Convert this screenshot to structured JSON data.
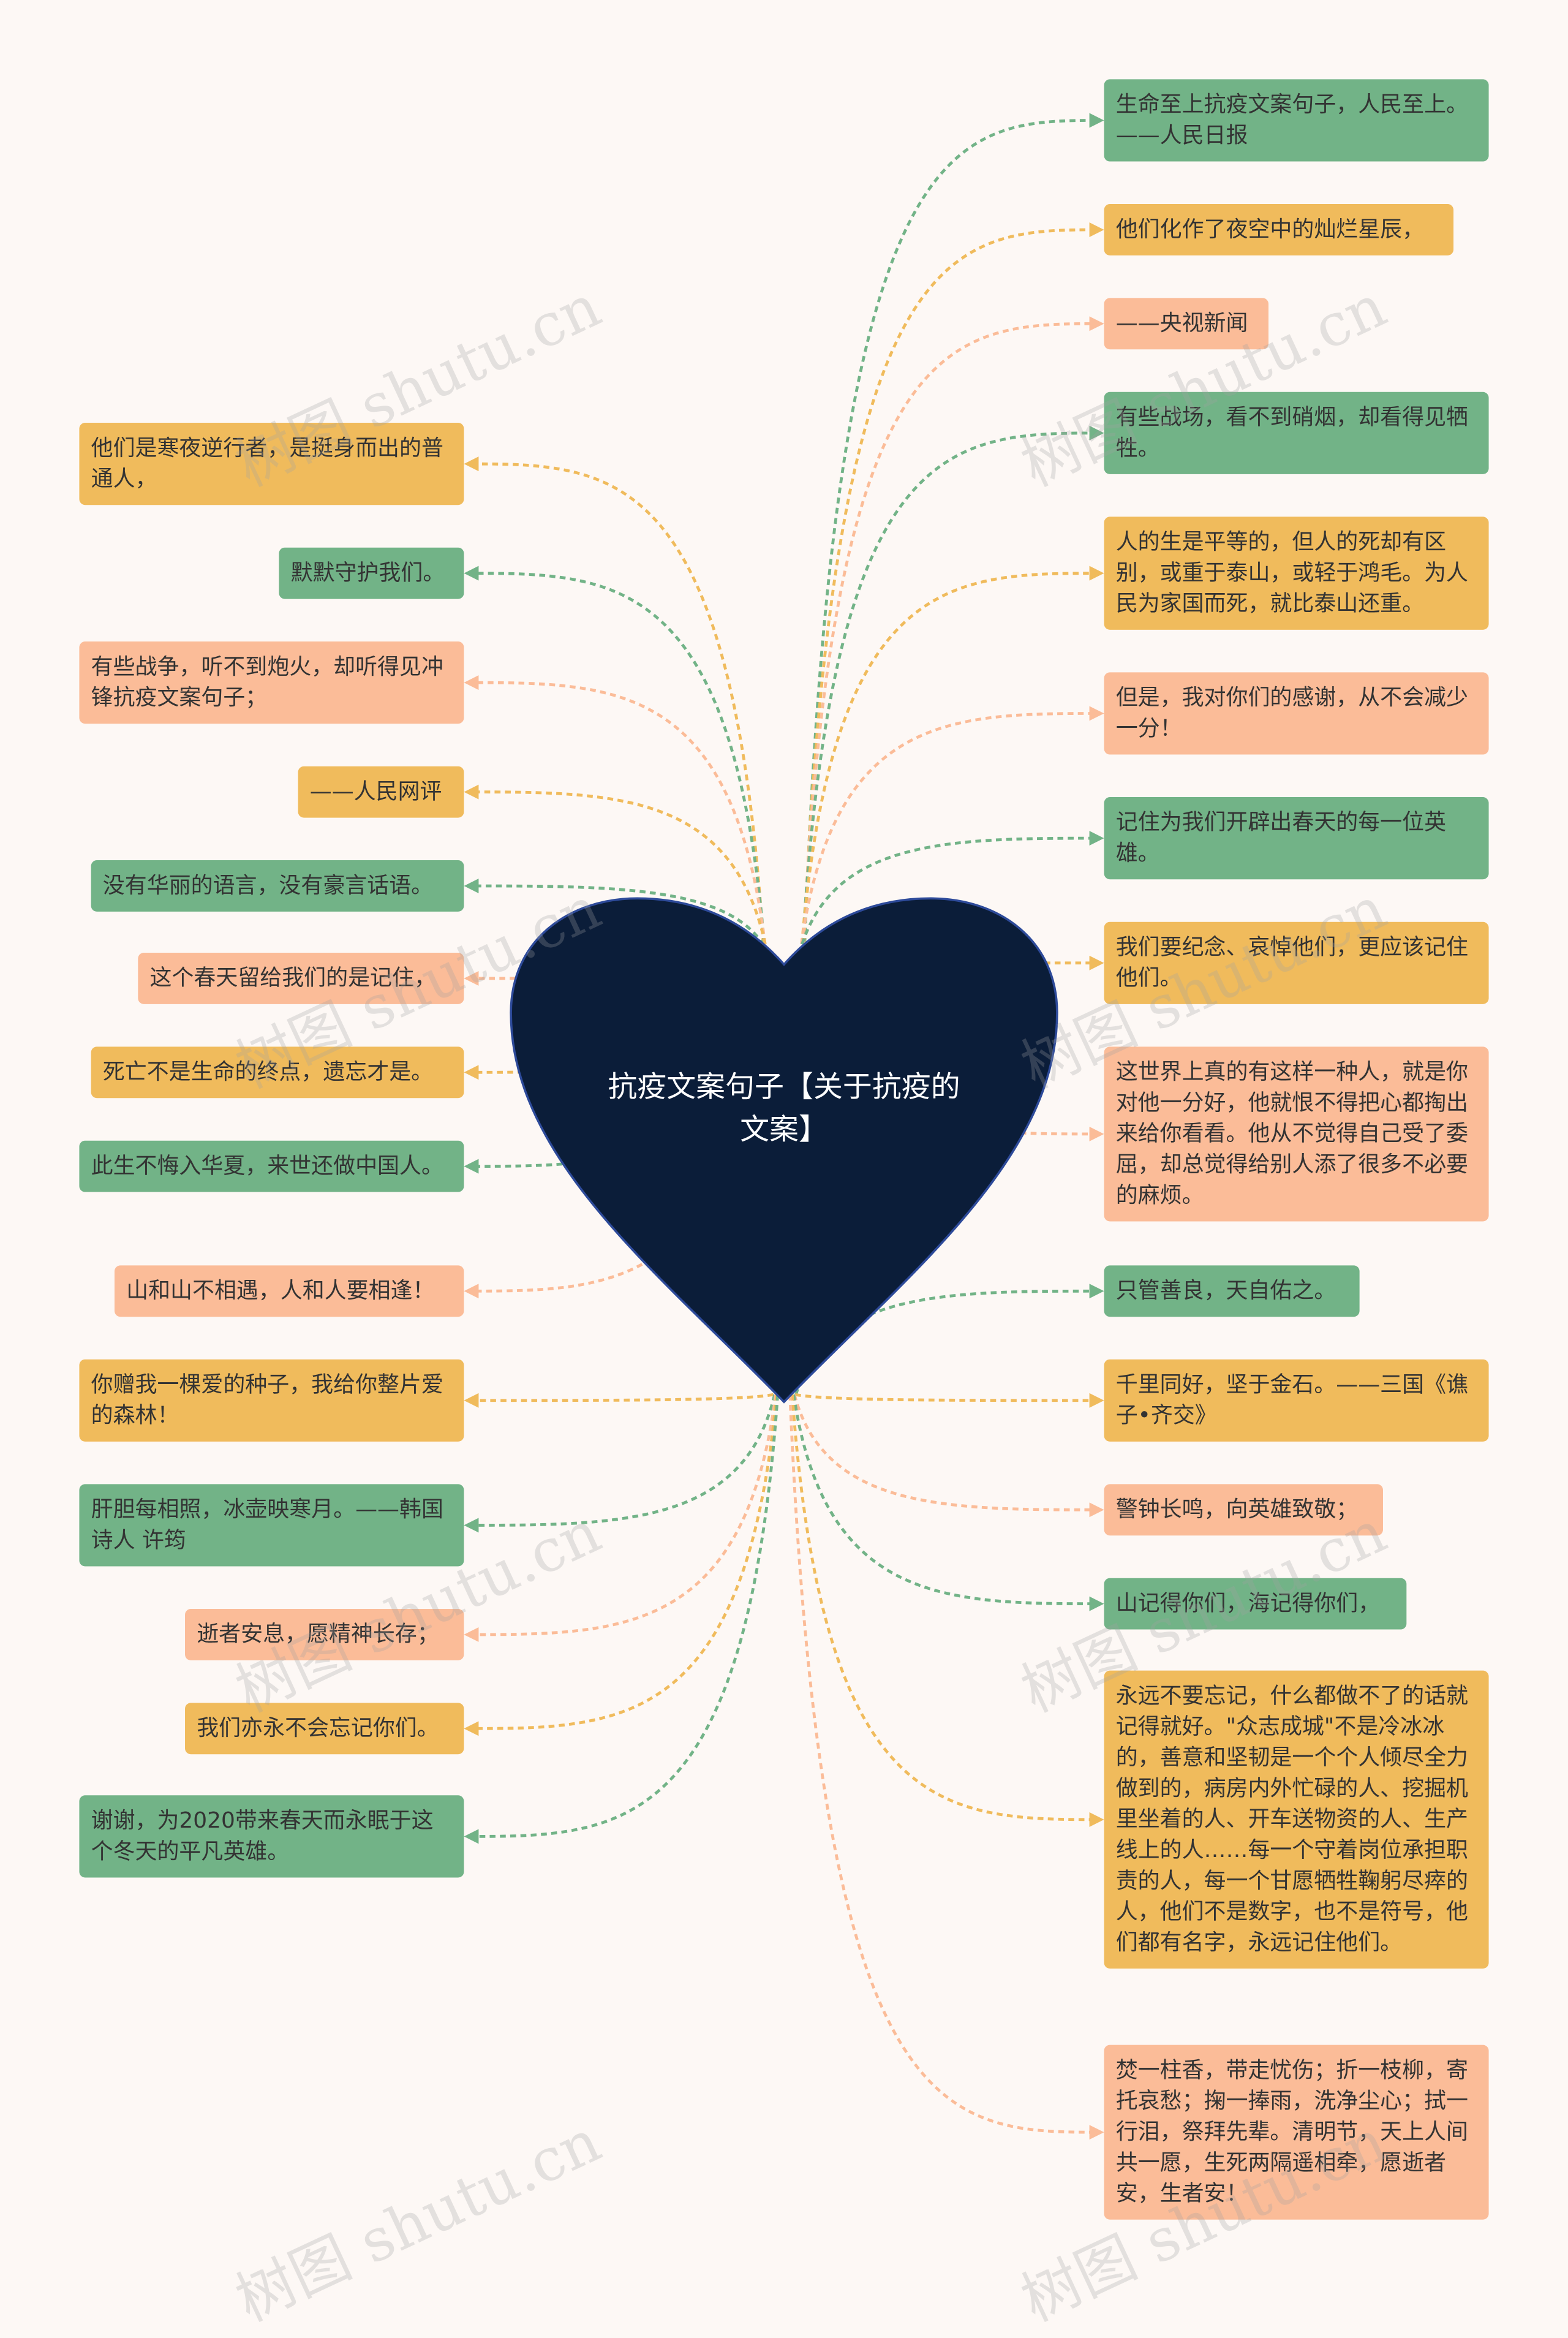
{
  "root": {
    "title": "抗疫文案句子【关于抗疫的文案】"
  },
  "colors": {
    "background": "#fdf8f5",
    "heart": "#0b1d39",
    "green": "#72b387",
    "yellow": "#f0bb5c",
    "peach": "#fbbc98"
  },
  "watermark": "树图 shutu.cn",
  "left_nodes": [
    {
      "text": "他们是寒夜逆行者，是挺身而出的普通人，",
      "color": "yellow"
    },
    {
      "text": "默默守护我们。",
      "color": "green"
    },
    {
      "text": "有些战争，听不到炮火，却听得见冲锋抗疫文案句子；",
      "color": "peach"
    },
    {
      "text": "——人民网评",
      "color": "yellow"
    },
    {
      "text": "没有华丽的语言，没有豪言话语。",
      "color": "green"
    },
    {
      "text": "这个春天留给我们的是记住，",
      "color": "peach"
    },
    {
      "text": "死亡不是生命的终点，遗忘才是。",
      "color": "yellow"
    },
    {
      "text": "此生不悔入华夏，来世还做中国人。",
      "color": "green"
    },
    {
      "text": "山和山不相遇，人和人要相逢！",
      "color": "peach"
    },
    {
      "text": "你赠我一棵爱的种子，我给你整片爱的森林！",
      "color": "yellow"
    },
    {
      "text": "肝胆每相照，冰壶映寒月。——韩国诗人 许筠",
      "color": "green"
    },
    {
      "text": "逝者安息，愿精神长存；",
      "color": "peach"
    },
    {
      "text": "我们亦永不会忘记你们。",
      "color": "yellow"
    },
    {
      "text": "谢谢，为2020带来春天而永眠于这个冬天的平凡英雄。",
      "color": "green"
    }
  ],
  "right_nodes": [
    {
      "text": "生命至上抗疫文案句子，人民至上。——人民日报",
      "color": "green"
    },
    {
      "text": "他们化作了夜空中的灿烂星辰，",
      "color": "yellow"
    },
    {
      "text": "——央视新闻",
      "color": "peach"
    },
    {
      "text": "有些战场，看不到硝烟，却看得见牺牲。",
      "color": "green"
    },
    {
      "text": "人的生是平等的，但人的死却有区别，或重于泰山，或轻于鸿毛。为人民为家国而死，就比泰山还重。",
      "color": "yellow"
    },
    {
      "text": "但是，我对你们的感谢，从不会减少一分！",
      "color": "peach"
    },
    {
      "text": "记住为我们开辟出春天的每一位英雄。",
      "color": "green"
    },
    {
      "text": "我们要纪念、哀悼他们，更应该记住他们。",
      "color": "yellow"
    },
    {
      "text": "这世界上真的有这样一种人，就是你对他一分好，他就恨不得把心都掏出来给你看看。他从不觉得自己受了委屈，却总觉得给别人添了很多不必要的麻烦。",
      "color": "peach"
    },
    {
      "text": "只管善良，天自佑之。",
      "color": "green"
    },
    {
      "text": "千里同好，坚于金石。——三国《谯子•齐交》",
      "color": "yellow"
    },
    {
      "text": "警钟长鸣，向英雄致敬；",
      "color": "peach"
    },
    {
      "text": "山记得你们，海记得你们，",
      "color": "green"
    },
    {
      "text": "永远不要忘记，什么都做不了的话就记得就好。\"众志成城\"不是冷冰冰的，善意和坚韧是一个个人倾尽全力做到的，病房内外忙碌的人、挖掘机里坐着的人、开车送物资的人、生产线上的人……每一个守着岗位承担职责的人，每一个甘愿牺牲鞠躬尽瘁的人，他们不是数字，也不是符号，他们都有名字，永远记住他们。",
      "color": "yellow"
    },
    {
      "text": "焚一柱香，带走忧伤；折一枝柳，寄托哀愁；掬一捧雨，洗净尘心；拭一行泪，祭拜先辈。清明节，天上人间共一愿，生死两隔遥相牵，愿逝者安，生者安！",
      "color": "peach"
    }
  ]
}
